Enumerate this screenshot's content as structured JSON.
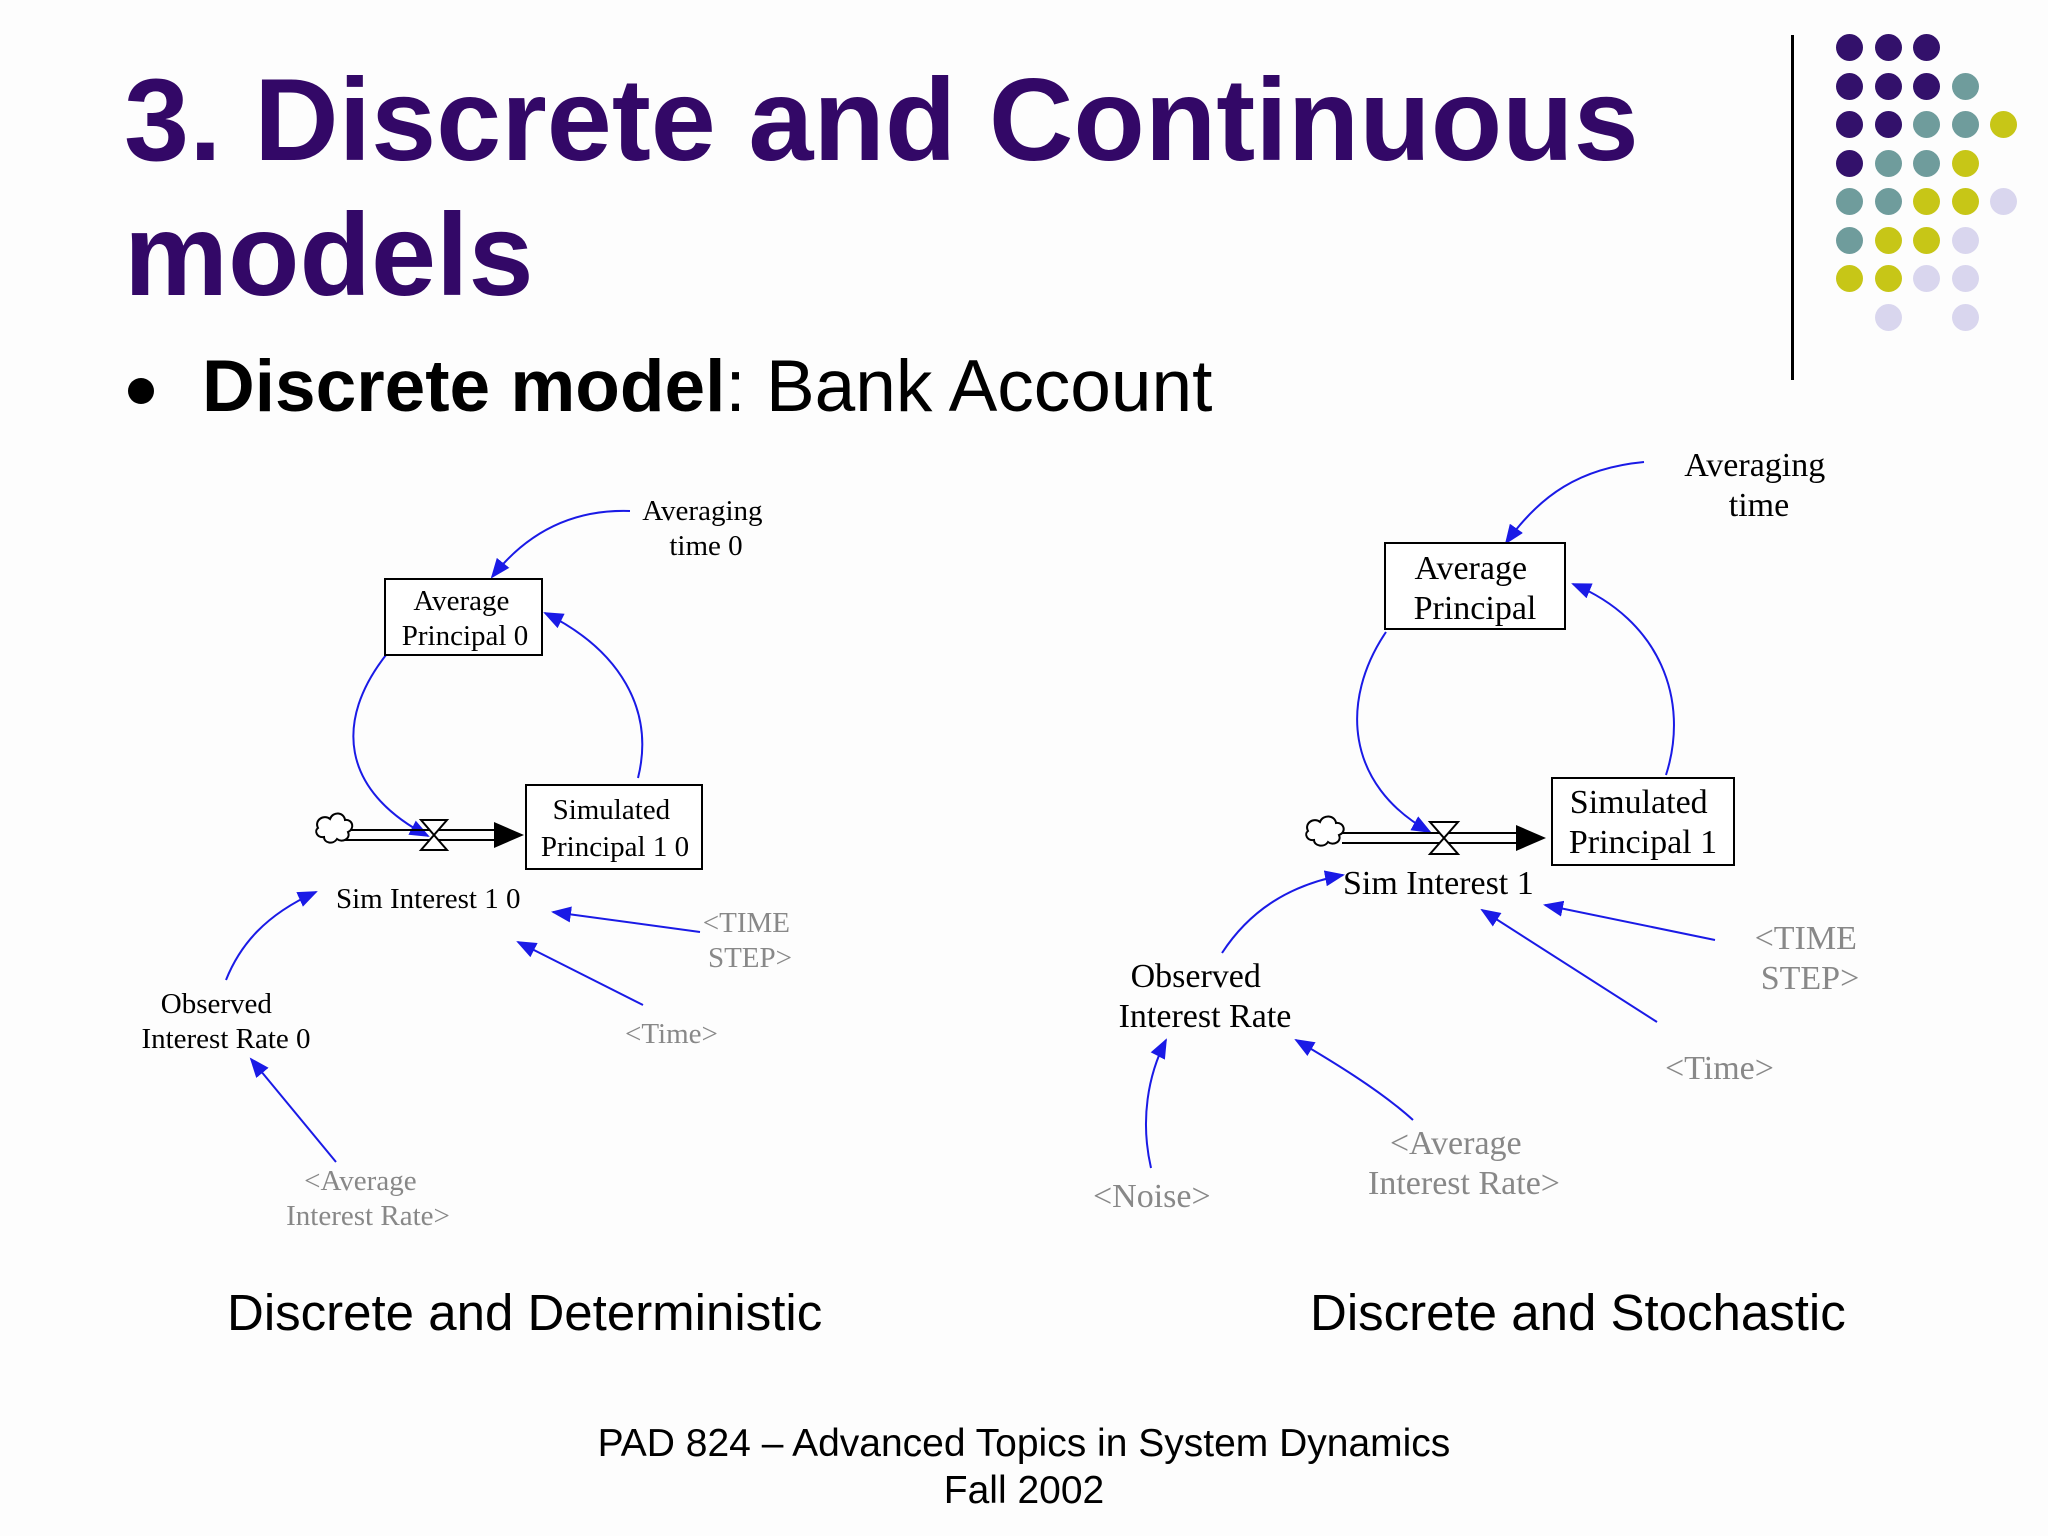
{
  "slide": {
    "title": "3. Discrete and Continuous models",
    "bullet": {
      "bold": "Discrete model",
      "rest": ": Bank Account"
    }
  },
  "colors": {
    "title": "#330867",
    "purple": "#33116b",
    "teal": "#6f9c9c",
    "olive": "#c7c617",
    "lavender": "#d9d6ee",
    "arrow_blue": "#1a1ae6",
    "shadow_grey": "#888888"
  },
  "diagrams": {
    "left": {
      "averaging_time": [
        "Averaging",
        "time 0"
      ],
      "average_principal": [
        "Average",
        "Principal 0"
      ],
      "simulated_principal": [
        "Simulated",
        "Principal 1  0"
      ],
      "flow": "Sim Interest 1  0",
      "observed_rate": [
        "Observed",
        "Interest Rate 0"
      ],
      "time_step": [
        "<TIME",
        "STEP>"
      ],
      "time": "<Time>",
      "avg_interest_rate": [
        "<Average",
        "Interest Rate>"
      ],
      "caption": "Discrete and Deterministic"
    },
    "right": {
      "averaging_time": [
        "Averaging",
        "time"
      ],
      "average_principal": [
        "Average",
        "Principal"
      ],
      "simulated_principal": [
        "Simulated",
        "Principal 1"
      ],
      "flow": "Sim Interest  1",
      "observed_rate": [
        "Observed",
        "Interest Rate"
      ],
      "time_step": [
        "<TIME",
        "STEP>"
      ],
      "time": "<Time>",
      "noise": "<Noise>",
      "avg_interest_rate": [
        "<Average",
        "Interest Rate>"
      ],
      "caption": "Discrete and Stochastic"
    }
  },
  "footer": {
    "line1": "PAD 824 – Advanced Topics in System Dynamics",
    "line2": "Fall 2002"
  }
}
